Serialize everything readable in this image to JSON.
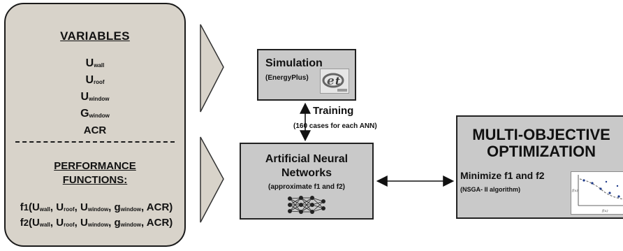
{
  "variables_panel": {
    "heading": "VARIABLES",
    "variables": [
      {
        "symbol": "U",
        "sub": "wall"
      },
      {
        "symbol": "U",
        "sub": "roof"
      },
      {
        "symbol": "U",
        "sub": "window"
      },
      {
        "symbol": "G",
        "sub": "window"
      },
      {
        "symbol": "ACR",
        "sub": ""
      }
    ],
    "performance_heading_line1": "PERFORMANCE",
    "performance_heading_line2": "FUNCTIONS:",
    "functions": [
      {
        "name": "f",
        "index": "1"
      },
      {
        "name": "f",
        "index": "2"
      }
    ],
    "fn_args": {
      "u_wall_sym": "U",
      "u_wall_sub": "wall",
      "u_roof_sym": "U",
      "u_roof_sub": "roof",
      "u_window_sym": "U",
      "u_window_sub": "window",
      "g_window_sym": "g",
      "g_window_sub": "window",
      "acr": "ACR"
    }
  },
  "simulation_box": {
    "title": "Simulation",
    "subtitle": "(EnergyPlus)",
    "logo_icon": "energyplus-logo"
  },
  "training_label": {
    "title": "Training",
    "subtitle": "(160 cases for each ANN)"
  },
  "ann_box": {
    "title_line1": "Artificial Neural",
    "title_line2": "Networks",
    "subtitle": "(approximate f1 and f2)",
    "icon": "neural-network-icon"
  },
  "moo_box": {
    "title_line1": "MULTI-OBJECTIVE",
    "title_line2": "OPTIMIZATION",
    "minimize": "Minimize f1 and f2",
    "algorithm": "(NSGA- II algorithm)",
    "plot_icon": "pareto-front-plot"
  },
  "colors": {
    "left_panel_fill": "#d8d3ca",
    "box_fill": "#c9c9c9",
    "outline": "#222222",
    "chevron_fill": "#d8d3ca"
  }
}
